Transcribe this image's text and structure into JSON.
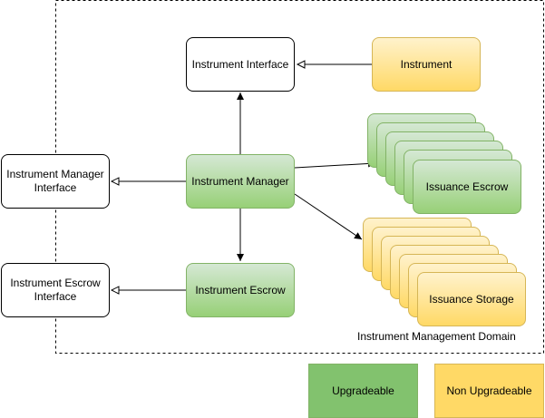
{
  "nodes": {
    "instrument_interface": "Instrument Interface",
    "instrument": "Instrument",
    "instrument_manager_interface": "Instrument Manager Interface",
    "instrument_manager": "Instrument Manager",
    "issuance_escrow": "Issuance Escrow",
    "instrument_escrow_interface": "Instrument Escrow Interface",
    "instrument_escrow": "Instrument Escrow",
    "issuance_storage": "Issuance Storage"
  },
  "domain_label": "Instrument Management Domain",
  "legend": {
    "upgradeable": "Upgradeable",
    "non_upgradeable": "Non Upgradeable"
  },
  "colors": {
    "green_fill": "#97d077",
    "green_stroke": "#82b366",
    "yellow_fill": "#ffd966",
    "yellow_stroke": "#d6b656"
  }
}
